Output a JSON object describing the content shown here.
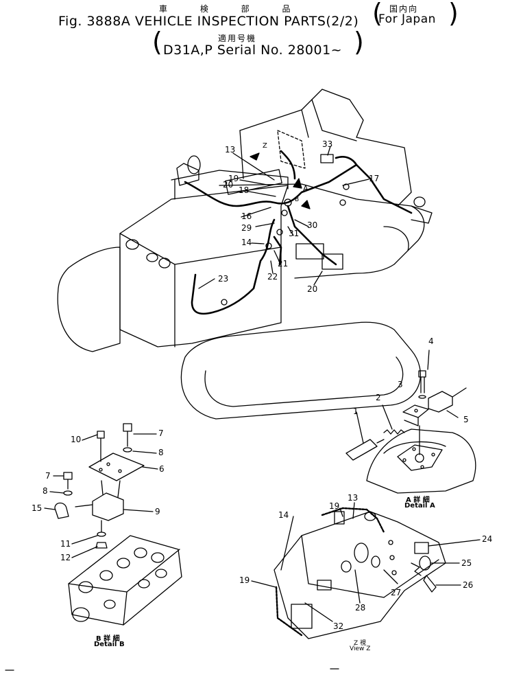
{
  "header": {
    "jp_title": "車 検 部 品",
    "title": "Fig. 3888A  VEHICLE INSPECTION PARTS(2/2)",
    "jp_market": "国内向",
    "market": "For Japan",
    "jp_serial": "適用号機",
    "serial": "D31A,P Serial No. 28001~"
  },
  "callouts": {
    "main": [
      "13",
      "Z",
      "19",
      "18",
      "20",
      "16",
      "29",
      "14",
      "21",
      "22",
      "23",
      "33",
      "17",
      "A",
      "B",
      "30",
      "31",
      "20"
    ],
    "detail_a": [
      "4",
      "3",
      "2",
      "1",
      "5"
    ],
    "detail_b": [
      "10",
      "7",
      "8",
      "6",
      "7",
      "8",
      "15",
      "9",
      "11",
      "12"
    ],
    "view_z": [
      "19",
      "13",
      "14",
      "19",
      "24",
      "25",
      "26",
      "27",
      "28",
      "32"
    ]
  },
  "captions": {
    "detail_a_jp": "A 詳 細",
    "detail_a": "Detail A",
    "detail_b_jp": "B 詳 細",
    "detail_b": "Detail B",
    "view_z_jp": "Z  視",
    "view_z": "View Z"
  }
}
